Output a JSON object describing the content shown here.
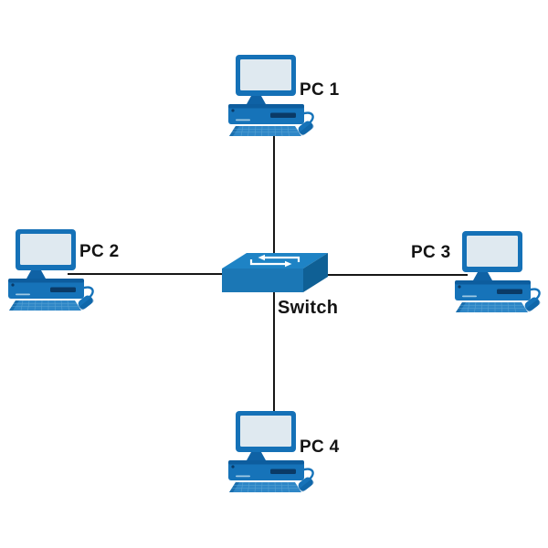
{
  "diagram": {
    "type": "network-topology",
    "topology": "star",
    "nodes": [
      {
        "id": "pc1",
        "label": "PC 1",
        "device": "desktop-pc",
        "icon": "desktop-pc-icon"
      },
      {
        "id": "pc2",
        "label": "PC 2",
        "device": "desktop-pc",
        "icon": "desktop-pc-icon"
      },
      {
        "id": "pc3",
        "label": "PC 3",
        "device": "desktop-pc",
        "icon": "desktop-pc-icon"
      },
      {
        "id": "pc4",
        "label": "PC 4",
        "device": "desktop-pc",
        "icon": "desktop-pc-icon"
      },
      {
        "id": "switch",
        "label": "Switch",
        "device": "switch",
        "icon": "network-switch-icon"
      }
    ],
    "edges": [
      {
        "from": "pc1",
        "to": "switch"
      },
      {
        "from": "pc2",
        "to": "switch"
      },
      {
        "from": "switch",
        "to": "pc3"
      },
      {
        "from": "switch",
        "to": "pc4"
      }
    ],
    "colors": {
      "device_blue": "#1673b9",
      "device_blue_dark": "#0d5d9e",
      "device_navy": "#0a3a66",
      "keyboard_blue": "#2f87c7",
      "screen": "#dfe9f0",
      "switch_top": "#1e83c5",
      "switch_front": "#1b77b5",
      "switch_side": "#0f6095",
      "arrow_white": "#ffffff",
      "line": "#161616",
      "label_text": "#141414",
      "background": "#ffffff"
    }
  }
}
